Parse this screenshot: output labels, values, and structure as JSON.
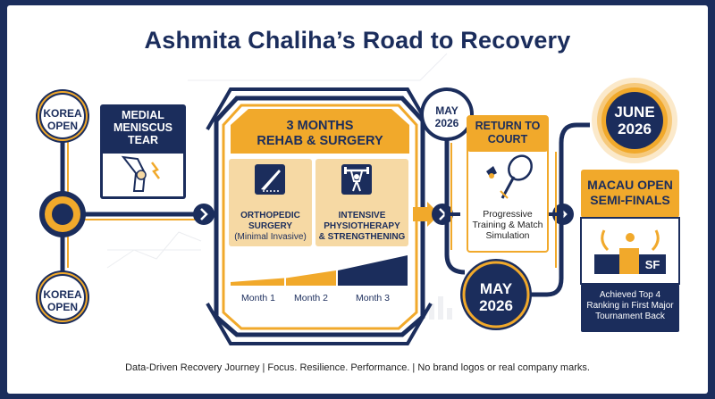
{
  "title": "Ashmita Chaliha’s Road to Recovery",
  "footer": "Data-Driven Recovery Journey | Focus. Resilience. Performance. | No brand logos or real company marks.",
  "nodes": {
    "korea_top": [
      "KOREA",
      "OPEN"
    ],
    "korea_bottom": [
      "KOREA",
      "OPEN"
    ],
    "may_top": [
      "MAY",
      "2026"
    ],
    "may_bottom": [
      "MAY",
      "2026"
    ],
    "june": [
      "JUNE",
      "2026"
    ]
  },
  "injury": {
    "title": [
      "MEDIAL",
      "MENISCUS",
      "TEAR"
    ],
    "icon": "knee-injury-icon"
  },
  "rehab": {
    "header": [
      "3 MONTHS",
      "REHAB & SURGERY"
    ],
    "surgery": {
      "title": [
        "ORTHOPEDIC",
        "SURGERY"
      ],
      "sub": "(Minimal Invasive)",
      "icon": "scalpel-icon"
    },
    "physio": {
      "title": [
        "INTENSIVE",
        "PHYSIOTHERAPY",
        "& STRENGTHENING"
      ],
      "icon": "weightlifting-icon"
    },
    "months": [
      "Month 1",
      "Month 2",
      "Month 3"
    ],
    "progress_levels": [
      0.25,
      0.5,
      1.0
    ]
  },
  "return": {
    "title": [
      "RETURN TO",
      "COURT"
    ],
    "desc": [
      "Progressive",
      "Training & Match",
      "Simulation"
    ],
    "icon": "badminton-racket-shuttlecock-icon"
  },
  "result": {
    "title": [
      "MACAU OPEN",
      "SEMI-FINALS"
    ],
    "badge": "SF",
    "icon": "podium-laurel-icon",
    "desc": [
      "Achieved Top 4",
      "Ranking in First Major",
      "Tournament Back"
    ]
  },
  "colors": {
    "navy": "#1b2d5c",
    "gold": "#f1a92b",
    "light_gold": "#f6d9a4",
    "white": "#ffffff"
  }
}
